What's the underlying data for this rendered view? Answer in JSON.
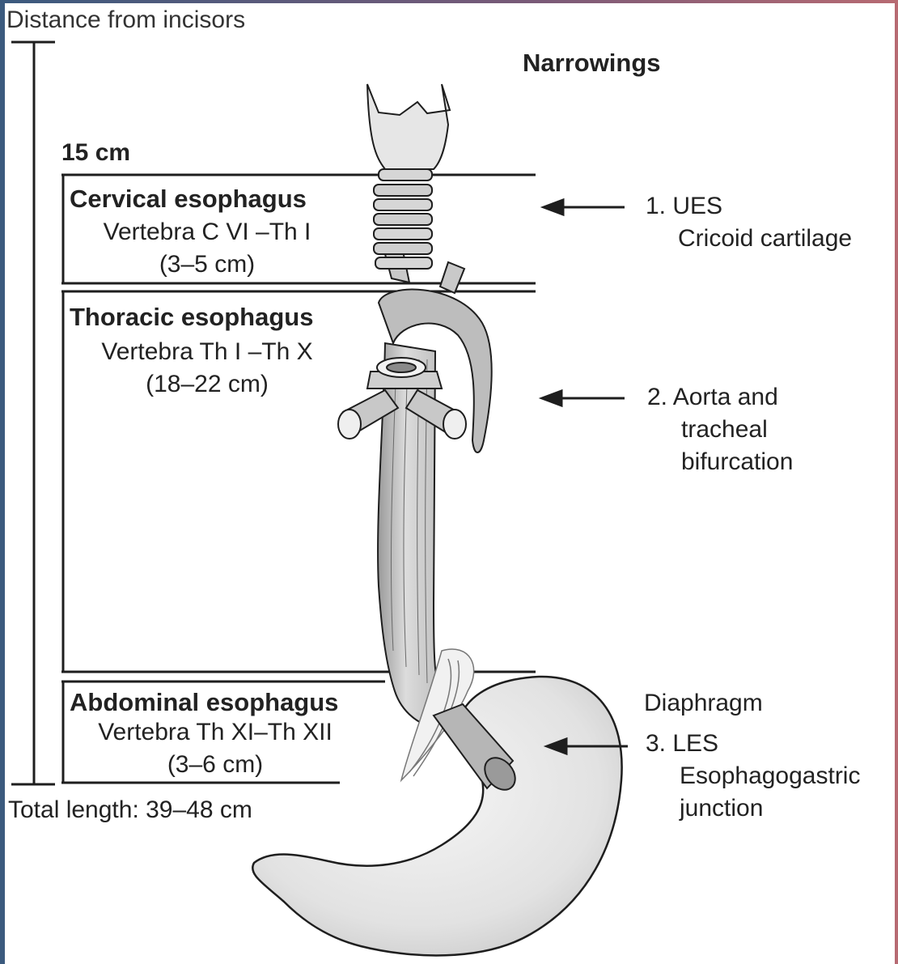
{
  "header": {
    "distance_label": "Distance from incisors",
    "narrowings_title": "Narrowings"
  },
  "scale": {
    "start_label": "15 cm",
    "total_label": "Total length: 39–48 cm"
  },
  "segments": [
    {
      "name": "Cervical esophagus",
      "vertebra": "Vertebra C VI –Th I",
      "length": "(3–5 cm)"
    },
    {
      "name": "Thoracic esophagus",
      "vertebra": "Vertebra Th I –Th X",
      "length": "(18–22 cm)"
    },
    {
      "name": "Abdominal esophagus",
      "vertebra": "Vertebra Th XI–Th XII",
      "length": "(3–6 cm)"
    }
  ],
  "narrowings": [
    {
      "line1": "1. UES",
      "line2": "Cricoid cartilage",
      "line3": ""
    },
    {
      "line1": "2. Aorta and",
      "line2": "tracheal",
      "line3": "bifurcation"
    },
    {
      "line1": "3. LES",
      "line2": "Esophagogastric",
      "line3": "junction"
    }
  ],
  "diaphragm_label": "Diaphragm",
  "colors": {
    "line": "#1e1e1e",
    "organ_fill": "#dcdcdc",
    "organ_dark": "#a9a9a9",
    "stomach_fill": "#ececec"
  }
}
